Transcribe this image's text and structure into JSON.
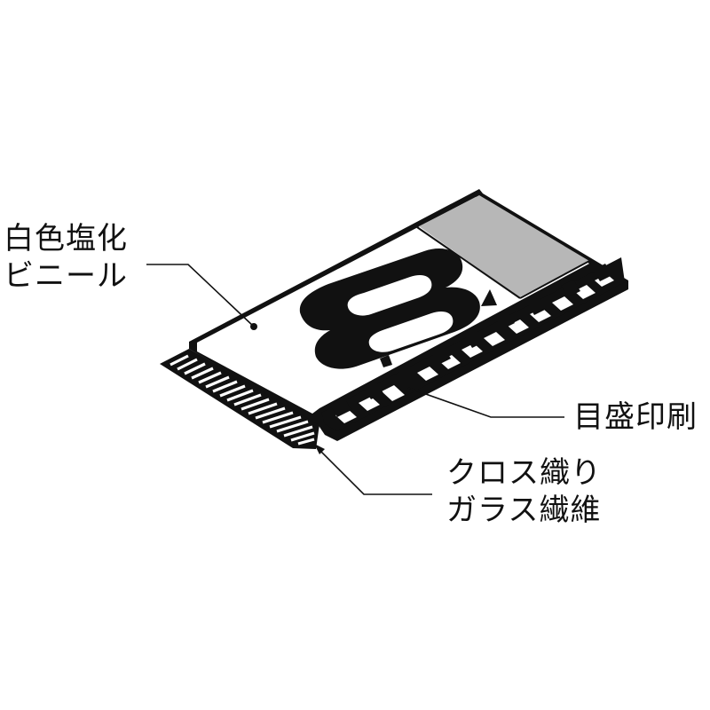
{
  "labels": {
    "vinyl": {
      "line1": "白色塩化",
      "line2": "ビニール"
    },
    "scale_print": {
      "text": "目盛印刷"
    },
    "glass_fiber": {
      "line1": "クロス織り",
      "line2": "ガラス繊維"
    }
  },
  "tape": {
    "digit": "8",
    "colors": {
      "ink": "#111111",
      "gray_band": "#b7b7b7",
      "surface": "#ffffff"
    }
  }
}
